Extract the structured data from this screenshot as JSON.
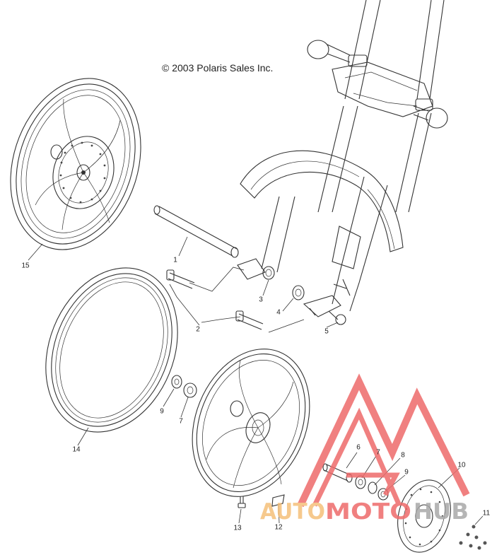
{
  "copyright": "© 2003 Polaris Sales Inc.",
  "watermark": {
    "brand_part1": "AUTO",
    "brand_part2": "MOTO",
    "brand_part3": "HUB",
    "colors": {
      "red": "#ee6b6b",
      "orange": "#f5c07a",
      "gray": "#a9a9a9"
    }
  },
  "callouts": [
    {
      "id": "1",
      "label": "1"
    },
    {
      "id": "2",
      "label": "2"
    },
    {
      "id": "3",
      "label": "3"
    },
    {
      "id": "4",
      "label": "4"
    },
    {
      "id": "5",
      "label": "5"
    },
    {
      "id": "6",
      "label": "6"
    },
    {
      "id": "7a",
      "label": "7"
    },
    {
      "id": "7b",
      "label": "7"
    },
    {
      "id": "8",
      "label": "8"
    },
    {
      "id": "9a",
      "label": "9"
    },
    {
      "id": "9b",
      "label": "9"
    },
    {
      "id": "10",
      "label": "10"
    },
    {
      "id": "11",
      "label": "11"
    },
    {
      "id": "12",
      "label": "12"
    },
    {
      "id": "13",
      "label": "13"
    },
    {
      "id": "14",
      "label": "14"
    },
    {
      "id": "15",
      "label": "15"
    }
  ]
}
